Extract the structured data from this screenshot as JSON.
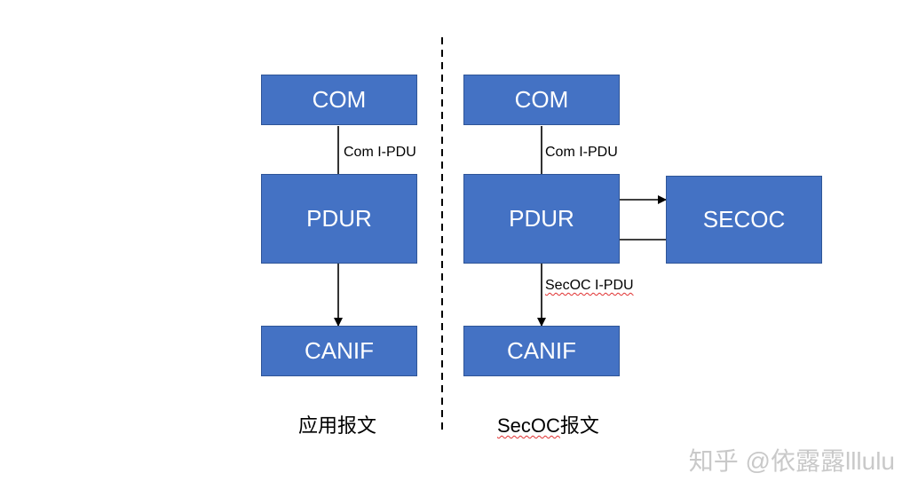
{
  "left_stack": {
    "com": "COM",
    "pdur": "PDUR",
    "canif": "CANIF",
    "flow_label": "Com I-PDU",
    "caption": "应用报文"
  },
  "right_stack": {
    "com": "COM",
    "pdur": "PDUR",
    "secoc": "SECOC",
    "canif": "CANIF",
    "flow_label_in": "Com I-PDU",
    "flow_label_out": "SecOC I-PDU",
    "caption_secoc": "SecOC",
    "caption_suffix": "报文"
  },
  "colors": {
    "block_fill": "#4472c4",
    "block_border": "#2f5597",
    "block_text": "#ffffff",
    "spellcheck_underline": "#e03030",
    "watermark": "#c9c9c9"
  },
  "watermark": "知乎 @依露露lllulu"
}
